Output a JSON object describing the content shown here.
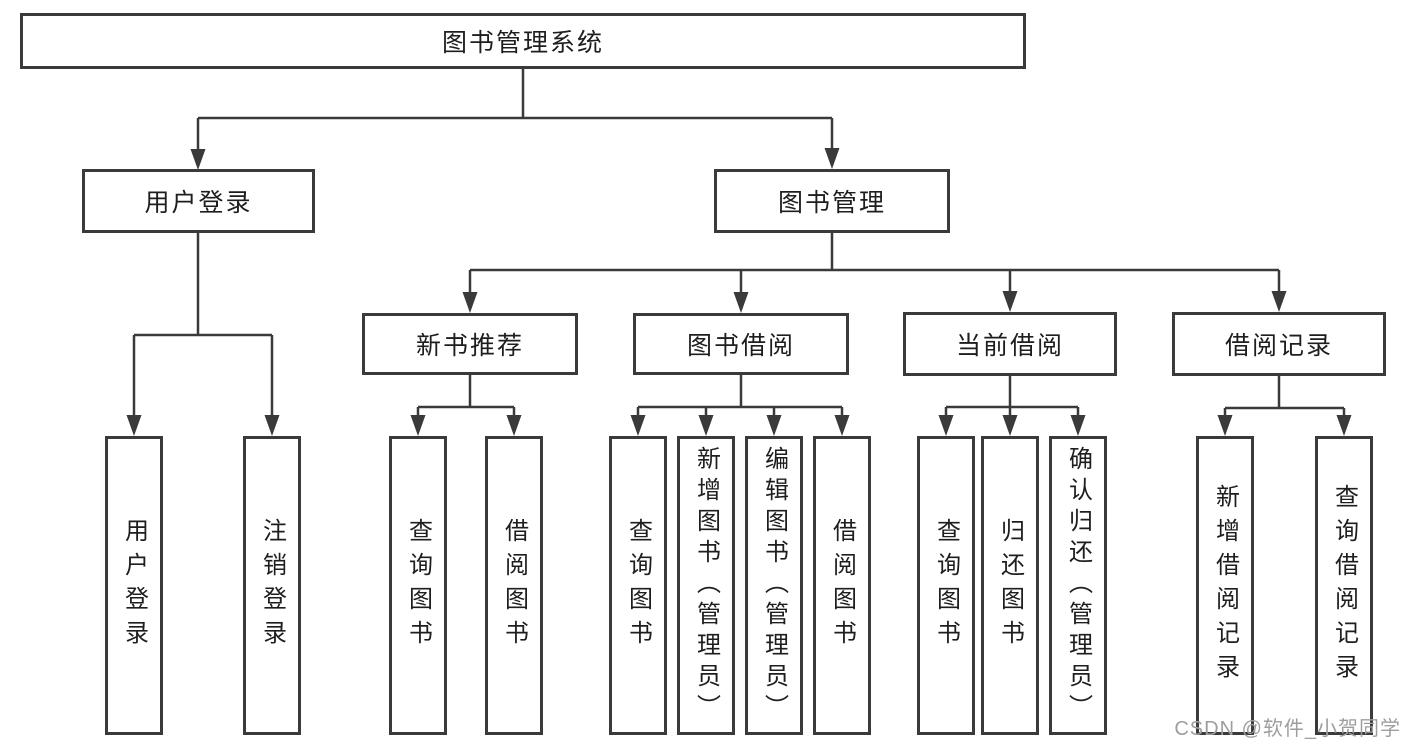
{
  "tree": {
    "root": {
      "label": "图书管理系统",
      "children": [
        {
          "label": "用户登录",
          "children": [
            {
              "label": "用户登录"
            },
            {
              "label": "注销登录"
            }
          ]
        },
        {
          "label": "图书管理",
          "children": [
            {
              "label": "新书推荐",
              "children": [
                {
                  "label": "查询图书"
                },
                {
                  "label": "借阅图书"
                }
              ]
            },
            {
              "label": "图书借阅",
              "children": [
                {
                  "label": "查询图书"
                },
                {
                  "label": "新增图书（管理员）"
                },
                {
                  "label": "编辑图书（管理员）"
                },
                {
                  "label": "借阅图书"
                }
              ]
            },
            {
              "label": "当前借阅",
              "children": [
                {
                  "label": "查询图书"
                },
                {
                  "label": "归还图书"
                },
                {
                  "label": "确认归还（管理员）"
                }
              ]
            },
            {
              "label": "借阅记录",
              "children": [
                {
                  "label": "新增借阅记录"
                },
                {
                  "label": "查询借阅记录"
                }
              ]
            }
          ]
        }
      ]
    }
  },
  "watermark": {
    "text": "CSDN @软件_小贺同学"
  },
  "colors": {
    "line": "#3a3a3a",
    "box_border": "#3a3a3a",
    "text": "#1e1e1e",
    "watermark": "#9e9e9e",
    "background": "#ffffff"
  }
}
